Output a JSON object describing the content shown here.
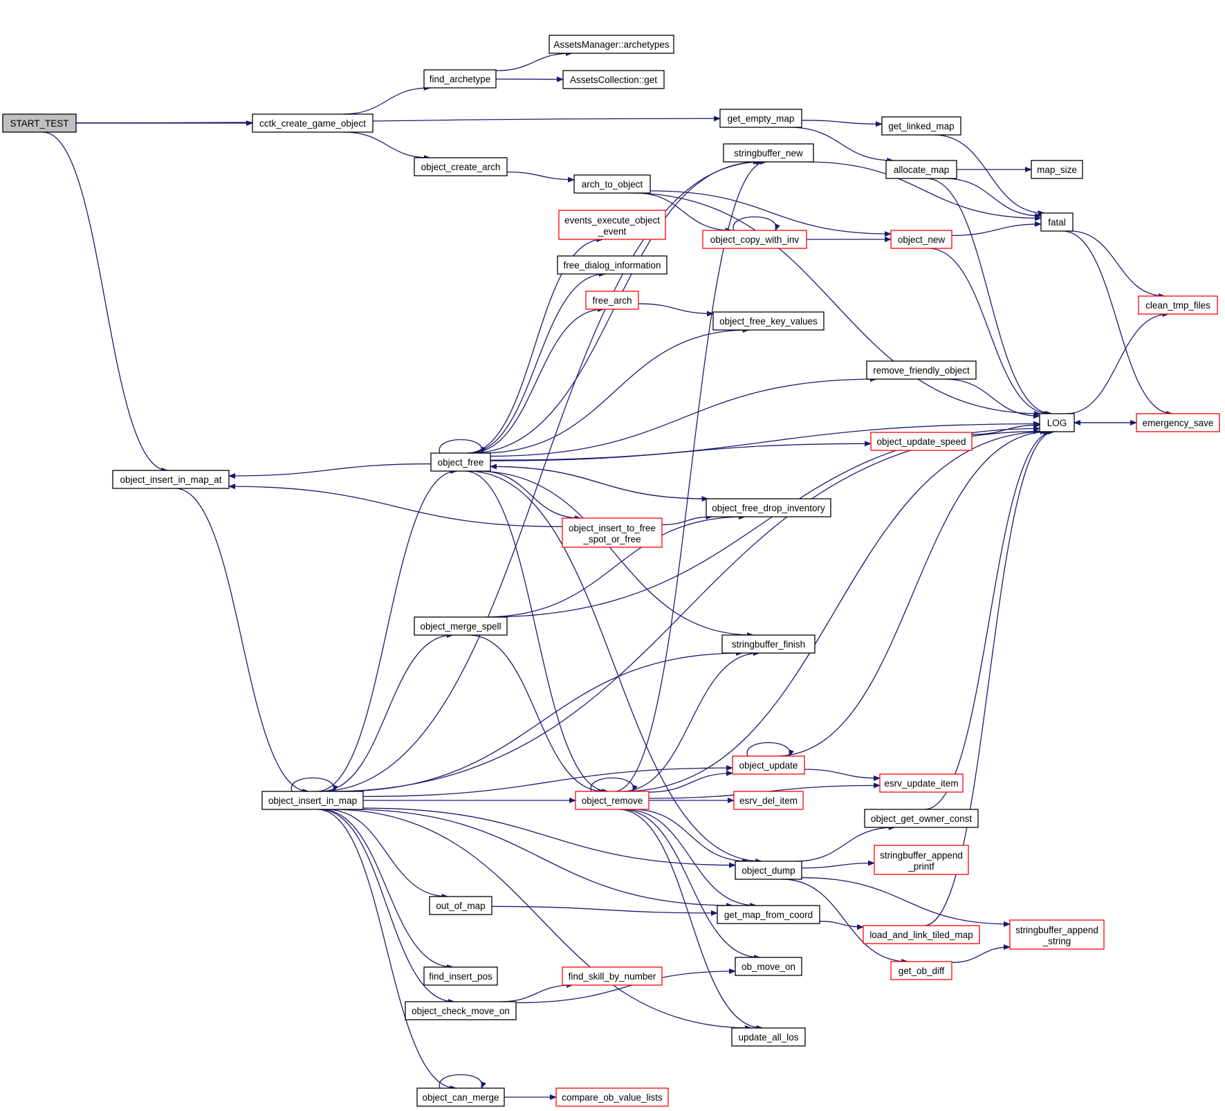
{
  "colors": {
    "edge": "#191970",
    "node_border": "#000000",
    "truncated_node_border": "#ff0000",
    "root_fill": "#bfbfbf",
    "background": "#ffffff"
  },
  "nodes": [
    {
      "id": "START_TEST",
      "label": "START_TEST",
      "style": "root"
    },
    {
      "id": "cctk_create_game_object",
      "label": "cctk_create_game_object",
      "style": "black"
    },
    {
      "id": "find_archetype",
      "label": "find_archetype",
      "style": "black"
    },
    {
      "id": "AssetsManager_archetypes",
      "label": "AssetsManager::archetypes",
      "style": "black"
    },
    {
      "id": "AssetsCollection_get",
      "label": "AssetsCollection::get",
      "style": "black"
    },
    {
      "id": "object_create_arch",
      "label": "object_create_arch",
      "style": "black"
    },
    {
      "id": "arch_to_object",
      "label": "arch_to_object",
      "style": "black"
    },
    {
      "id": "get_empty_map",
      "label": "get_empty_map",
      "style": "black"
    },
    {
      "id": "get_linked_map",
      "label": "get_linked_map",
      "style": "black"
    },
    {
      "id": "allocate_map",
      "label": "allocate_map",
      "style": "black"
    },
    {
      "id": "map_size",
      "label": "map_size",
      "style": "black"
    },
    {
      "id": "stringbuffer_new",
      "label": "stringbuffer_new",
      "style": "black"
    },
    {
      "id": "fatal",
      "label": "fatal",
      "style": "black"
    },
    {
      "id": "events_execute_object_event",
      "label": "events_execute_object\n_event",
      "style": "red"
    },
    {
      "id": "object_copy_with_inv",
      "label": "object_copy_with_inv",
      "style": "red"
    },
    {
      "id": "object_new",
      "label": "object_new",
      "style": "red"
    },
    {
      "id": "free_dialog_information",
      "label": "free_dialog_information",
      "style": "black"
    },
    {
      "id": "free_arch",
      "label": "free_arch",
      "style": "red"
    },
    {
      "id": "clean_tmp_files",
      "label": "clean_tmp_files",
      "style": "red"
    },
    {
      "id": "object_free_key_values",
      "label": "object_free_key_values",
      "style": "black"
    },
    {
      "id": "remove_friendly_object",
      "label": "remove_friendly_object",
      "style": "black"
    },
    {
      "id": "LOG",
      "label": "LOG",
      "style": "black"
    },
    {
      "id": "emergency_save",
      "label": "emergency_save",
      "style": "red"
    },
    {
      "id": "object_update_speed",
      "label": "object_update_speed",
      "style": "red"
    },
    {
      "id": "object_free",
      "label": "object_free",
      "style": "black"
    },
    {
      "id": "object_insert_in_map_at",
      "label": "object_insert_in_map_at",
      "style": "black"
    },
    {
      "id": "object_free_drop_inventory",
      "label": "object_free_drop_inventory",
      "style": "black"
    },
    {
      "id": "object_insert_to_free_spot_or_free",
      "label": "object_insert_to_free\n_spot_or_free",
      "style": "red"
    },
    {
      "id": "object_merge_spell",
      "label": "object_merge_spell",
      "style": "black"
    },
    {
      "id": "stringbuffer_finish",
      "label": "stringbuffer_finish",
      "style": "black"
    },
    {
      "id": "object_update",
      "label": "object_update",
      "style": "red"
    },
    {
      "id": "esrv_update_item",
      "label": "esrv_update_item",
      "style": "red"
    },
    {
      "id": "object_insert_in_map",
      "label": "object_insert_in_map",
      "style": "black"
    },
    {
      "id": "object_remove",
      "label": "object_remove",
      "style": "red"
    },
    {
      "id": "esrv_del_item",
      "label": "esrv_del_item",
      "style": "red"
    },
    {
      "id": "object_get_owner_const",
      "label": "object_get_owner_const",
      "style": "black"
    },
    {
      "id": "stringbuffer_append_printf",
      "label": "stringbuffer_append\n_printf",
      "style": "red"
    },
    {
      "id": "object_dump",
      "label": "object_dump",
      "style": "black"
    },
    {
      "id": "out_of_map",
      "label": "out_of_map",
      "style": "black"
    },
    {
      "id": "get_map_from_coord",
      "label": "get_map_from_coord",
      "style": "black"
    },
    {
      "id": "load_and_link_tiled_map",
      "label": "load_and_link_tiled_map",
      "style": "red"
    },
    {
      "id": "stringbuffer_append_string",
      "label": "stringbuffer_append\n_string",
      "style": "red"
    },
    {
      "id": "find_insert_pos",
      "label": "find_insert_pos",
      "style": "black"
    },
    {
      "id": "find_skill_by_number",
      "label": "find_skill_by_number",
      "style": "red"
    },
    {
      "id": "ob_move_on",
      "label": "ob_move_on",
      "style": "black"
    },
    {
      "id": "get_ob_diff",
      "label": "get_ob_diff",
      "style": "red"
    },
    {
      "id": "object_check_move_on",
      "label": "object_check_move_on",
      "style": "black"
    },
    {
      "id": "update_all_los",
      "label": "update_all_los",
      "style": "black"
    },
    {
      "id": "object_can_merge",
      "label": "object_can_merge",
      "style": "black"
    },
    {
      "id": "compare_ob_value_lists",
      "label": "compare_ob_value_lists",
      "style": "red"
    }
  ],
  "edges": [
    {
      "from": "START_TEST",
      "to": "get_empty_map"
    },
    {
      "from": "START_TEST",
      "to": "cctk_create_game_object"
    },
    {
      "from": "START_TEST",
      "to": "object_insert_in_map_at"
    },
    {
      "from": "cctk_create_game_object",
      "to": "find_archetype"
    },
    {
      "from": "cctk_create_game_object",
      "to": "object_create_arch"
    },
    {
      "from": "find_archetype",
      "to": "AssetsManager_archetypes"
    },
    {
      "from": "find_archetype",
      "to": "AssetsCollection_get"
    },
    {
      "from": "object_create_arch",
      "to": "arch_to_object"
    },
    {
      "from": "arch_to_object",
      "to": "object_copy_with_inv"
    },
    {
      "from": "arch_to_object",
      "to": "object_new"
    },
    {
      "from": "arch_to_object",
      "to": "LOG"
    },
    {
      "from": "get_empty_map",
      "to": "get_linked_map"
    },
    {
      "from": "get_empty_map",
      "to": "allocate_map"
    },
    {
      "from": "get_linked_map",
      "to": "fatal"
    },
    {
      "from": "allocate_map",
      "to": "map_size"
    },
    {
      "from": "allocate_map",
      "to": "fatal"
    },
    {
      "from": "allocate_map",
      "to": "LOG"
    },
    {
      "from": "stringbuffer_new",
      "to": "fatal"
    },
    {
      "from": "object_copy_with_inv",
      "to": "object_copy_with_inv"
    },
    {
      "from": "object_copy_with_inv",
      "to": "object_new"
    },
    {
      "from": "object_new",
      "to": "fatal"
    },
    {
      "from": "object_new",
      "to": "LOG"
    },
    {
      "from": "fatal",
      "to": "clean_tmp_files"
    },
    {
      "from": "fatal",
      "to": "emergency_save"
    },
    {
      "from": "free_arch",
      "to": "object_free_key_values"
    },
    {
      "from": "remove_friendly_object",
      "to": "LOG"
    },
    {
      "from": "LOG",
      "to": "clean_tmp_files"
    },
    {
      "from": "LOG",
      "to": "emergency_save"
    },
    {
      "from": "emergency_save",
      "to": "LOG"
    },
    {
      "from": "object_update_speed",
      "to": "LOG"
    },
    {
      "from": "object_free",
      "to": "object_free"
    },
    {
      "from": "object_free",
      "to": "stringbuffer_new"
    },
    {
      "from": "object_free",
      "to": "events_execute_object_event"
    },
    {
      "from": "object_free",
      "to": "free_dialog_information"
    },
    {
      "from": "object_free",
      "to": "free_arch"
    },
    {
      "from": "object_free",
      "to": "object_free_key_values"
    },
    {
      "from": "object_free",
      "to": "remove_friendly_object"
    },
    {
      "from": "object_free",
      "to": "LOG"
    },
    {
      "from": "object_free",
      "to": "object_update_speed"
    },
    {
      "from": "object_free",
      "to": "object_insert_in_map_at"
    },
    {
      "from": "object_free",
      "to": "object_free_drop_inventory"
    },
    {
      "from": "object_free",
      "to": "object_insert_to_free_spot_or_free"
    },
    {
      "from": "object_free",
      "to": "stringbuffer_finish"
    },
    {
      "from": "object_free",
      "to": "object_remove"
    },
    {
      "from": "object_free",
      "to": "object_dump"
    },
    {
      "from": "object_free_drop_inventory",
      "to": "object_free"
    },
    {
      "from": "object_insert_to_free_spot_or_free",
      "to": "object_insert_in_map_at"
    },
    {
      "from": "object_insert_to_free_spot_or_free",
      "to": "object_free_drop_inventory"
    },
    {
      "from": "object_insert_in_map_at",
      "to": "object_insert_in_map"
    },
    {
      "from": "object_merge_spell",
      "to": "object_free_drop_inventory"
    },
    {
      "from": "object_merge_spell",
      "to": "LOG"
    },
    {
      "from": "object_merge_spell",
      "to": "object_remove"
    },
    {
      "from": "object_update",
      "to": "object_update"
    },
    {
      "from": "object_update",
      "to": "LOG"
    },
    {
      "from": "object_update",
      "to": "esrv_update_item"
    },
    {
      "from": "object_insert_in_map",
      "to": "object_insert_in_map"
    },
    {
      "from": "object_insert_in_map",
      "to": "stringbuffer_new"
    },
    {
      "from": "object_insert_in_map",
      "to": "object_free"
    },
    {
      "from": "object_insert_in_map",
      "to": "object_merge_spell"
    },
    {
      "from": "object_insert_in_map",
      "to": "stringbuffer_finish"
    },
    {
      "from": "object_insert_in_map",
      "to": "LOG"
    },
    {
      "from": "object_insert_in_map",
      "to": "object_update"
    },
    {
      "from": "object_insert_in_map",
      "to": "object_remove"
    },
    {
      "from": "object_insert_in_map",
      "to": "object_dump"
    },
    {
      "from": "object_insert_in_map",
      "to": "out_of_map"
    },
    {
      "from": "object_insert_in_map",
      "to": "get_map_from_coord"
    },
    {
      "from": "object_insert_in_map",
      "to": "find_insert_pos"
    },
    {
      "from": "object_insert_in_map",
      "to": "object_check_move_on"
    },
    {
      "from": "object_insert_in_map",
      "to": "update_all_los"
    },
    {
      "from": "object_insert_in_map",
      "to": "object_can_merge"
    },
    {
      "from": "object_remove",
      "to": "object_remove"
    },
    {
      "from": "object_remove",
      "to": "stringbuffer_new"
    },
    {
      "from": "object_remove",
      "to": "stringbuffer_finish"
    },
    {
      "from": "object_remove",
      "to": "LOG"
    },
    {
      "from": "object_remove",
      "to": "object_update"
    },
    {
      "from": "object_remove",
      "to": "esrv_update_item"
    },
    {
      "from": "object_remove",
      "to": "esrv_del_item"
    },
    {
      "from": "object_remove",
      "to": "object_dump"
    },
    {
      "from": "object_remove",
      "to": "get_map_from_coord"
    },
    {
      "from": "object_remove",
      "to": "ob_move_on"
    },
    {
      "from": "object_remove",
      "to": "update_all_los"
    },
    {
      "from": "object_get_owner_const",
      "to": "LOG"
    },
    {
      "from": "object_dump",
      "to": "object_get_owner_const"
    },
    {
      "from": "object_dump",
      "to": "stringbuffer_append_printf"
    },
    {
      "from": "object_dump",
      "to": "stringbuffer_append_string"
    },
    {
      "from": "object_dump",
      "to": "get_ob_diff"
    },
    {
      "from": "out_of_map",
      "to": "get_map_from_coord"
    },
    {
      "from": "get_map_from_coord",
      "to": "load_and_link_tiled_map"
    },
    {
      "from": "load_and_link_tiled_map",
      "to": "LOG"
    },
    {
      "from": "get_ob_diff",
      "to": "stringbuffer_append_string"
    },
    {
      "from": "object_check_move_on",
      "to": "find_skill_by_number"
    },
    {
      "from": "object_check_move_on",
      "to": "ob_move_on"
    },
    {
      "from": "object_can_merge",
      "to": "object_can_merge"
    },
    {
      "from": "object_can_merge",
      "to": "compare_ob_value_lists"
    }
  ]
}
